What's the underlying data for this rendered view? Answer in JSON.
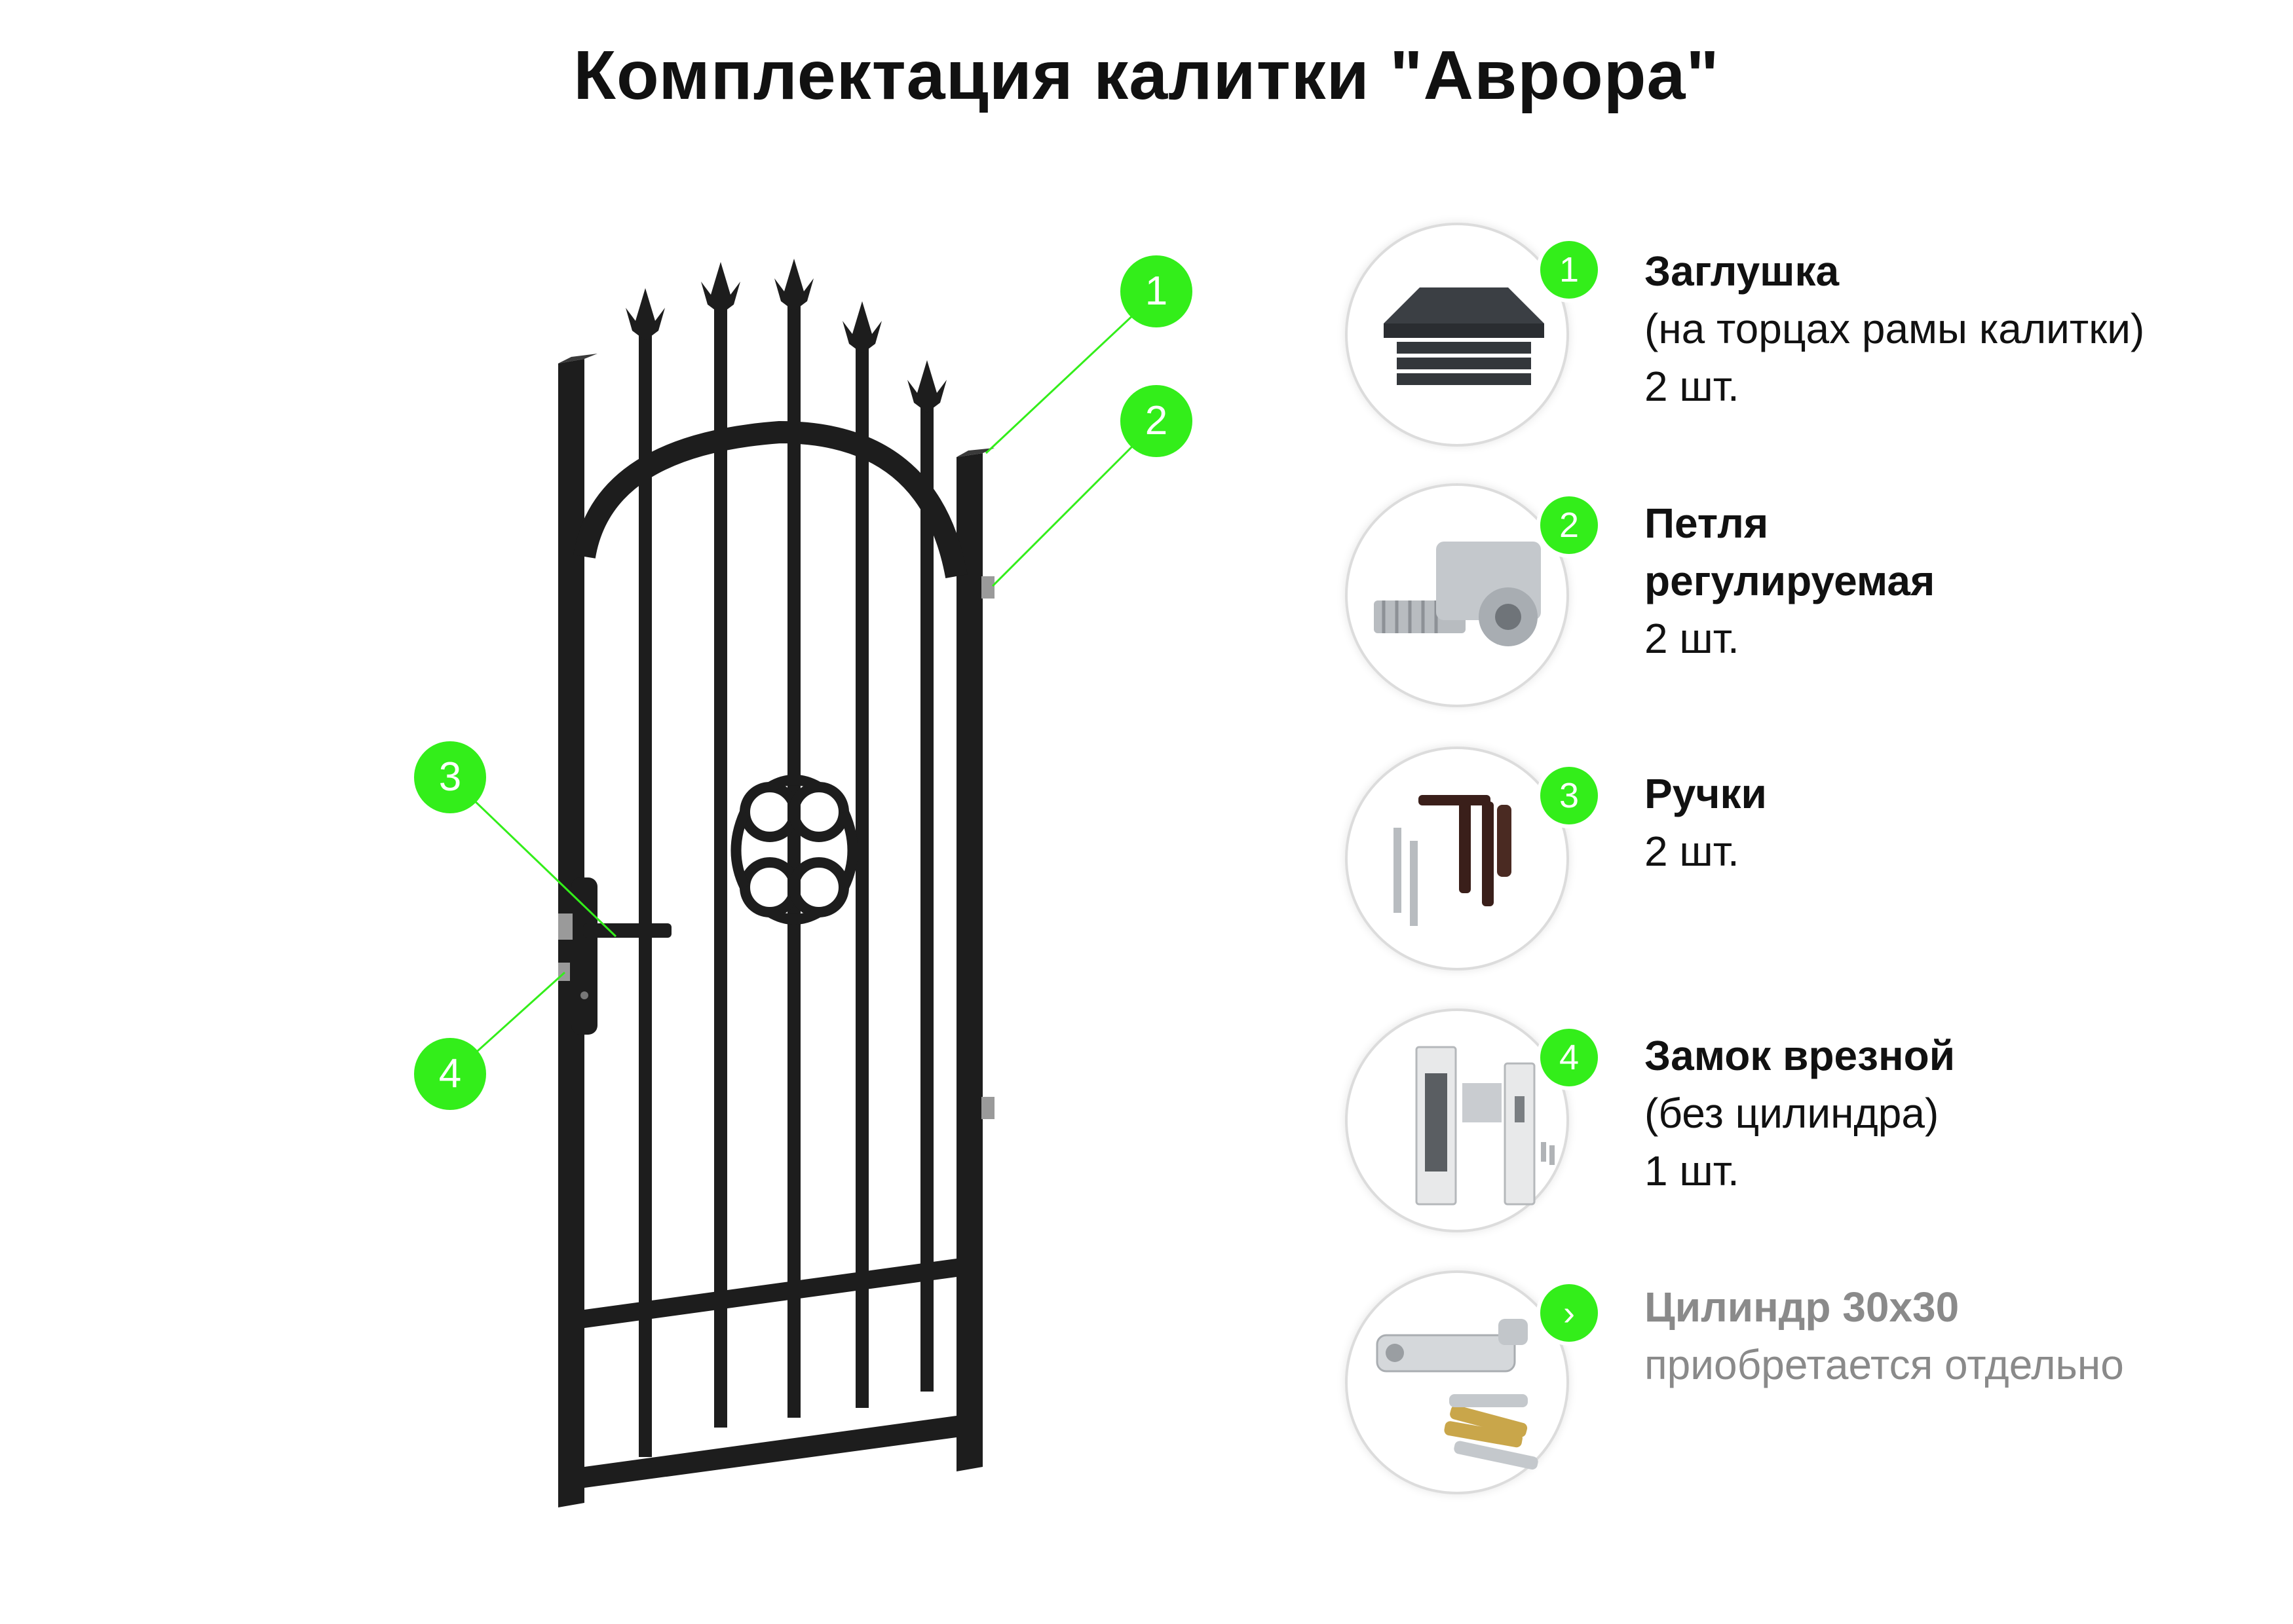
{
  "title": "Комплектация калитки \"Аврора\"",
  "callouts": [
    "1",
    "2",
    "3",
    "4"
  ],
  "items": [
    {
      "badge": "1",
      "icon": "end-cap-plug-icon",
      "name": "Заглушка",
      "sub": "(на торцах рамы калитки)",
      "qty": "2 шт."
    },
    {
      "badge": "2",
      "icon": "adjustable-hinge-icon",
      "name": "Петля",
      "sub": "регулируемая",
      "qty": "2 шт."
    },
    {
      "badge": "3",
      "icon": "door-handles-icon",
      "name": "Ручки",
      "sub": "",
      "qty": "2 шт."
    },
    {
      "badge": "4",
      "icon": "mortise-lock-icon",
      "name": "Замок врезной",
      "sub": "(без цилиндра)",
      "qty": "1 шт."
    },
    {
      "badge": "›",
      "icon": "lock-cylinder-keys-icon",
      "name": "Цилиндр 30х30",
      "sub": "приобретается отдельно",
      "qty": ""
    }
  ],
  "colors": {
    "accent": "#33ee1a",
    "gate": "#1d1d1d",
    "muted": "#8a8a8a"
  }
}
